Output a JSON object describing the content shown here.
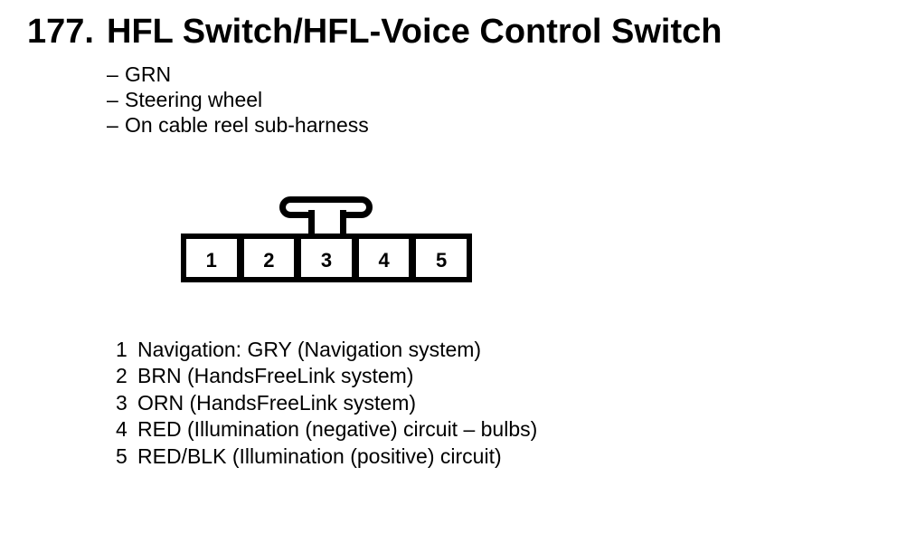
{
  "title": {
    "number": "177.",
    "text": "HFL Switch/HFL-Voice Control Switch"
  },
  "note_dash": "–",
  "notes": [
    "GRN",
    "Steering wheel",
    "On cable reel sub-harness"
  ],
  "connector": {
    "type": "5-cavity connector, latch on top",
    "pins": [
      "1",
      "2",
      "3",
      "4",
      "5"
    ]
  },
  "pin_descriptions": [
    {
      "pin": "1",
      "text": "Navigation: GRY (Navigation system)"
    },
    {
      "pin": "2",
      "text": "BRN (HandsFreeLink system)"
    },
    {
      "pin": "3",
      "text": "ORN (HandsFreeLink system)"
    },
    {
      "pin": "4",
      "text": "RED (Illumination (negative) circuit – bulbs)"
    },
    {
      "pin": "5",
      "text": "RED/BLK (Illumination (positive) circuit)"
    }
  ],
  "colors": {
    "ink": "#000000",
    "background": "#ffffff"
  }
}
